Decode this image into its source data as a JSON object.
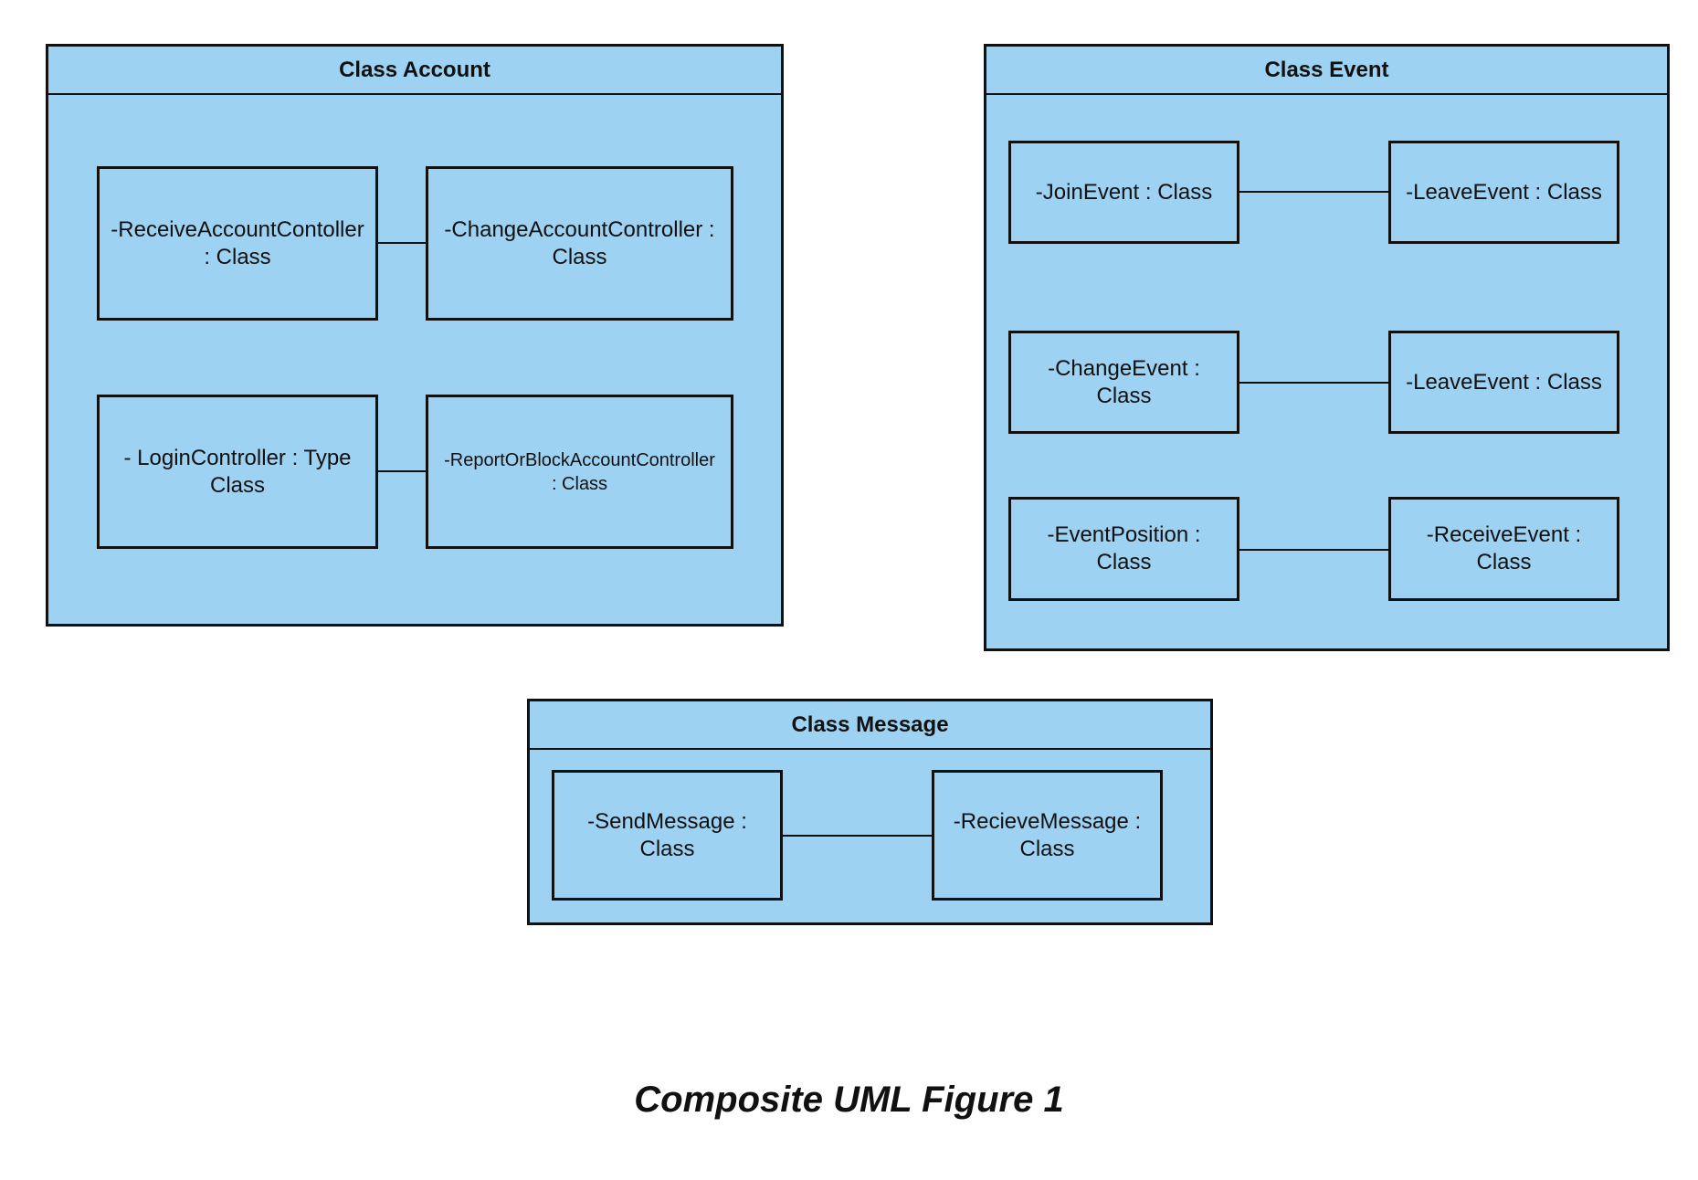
{
  "diagram": {
    "caption": "Composite UML Figure 1",
    "account": {
      "title": "Class Account",
      "receive": "-ReceiveAccountContoller\n: Class",
      "change": "-ChangeAccountController :\nClass",
      "login": "- LoginController : Type\nClass",
      "report": "-ReportOrBlockAccountController\n: Class"
    },
    "event": {
      "title": "Class Event",
      "join": "-JoinEvent : Class",
      "leave1": "-LeaveEvent : Class",
      "change": "-ChangeEvent :\nClass",
      "leave2": "-LeaveEvent : Class",
      "position": "-EventPosition :\nClass",
      "receive": "-ReceiveEvent :\nClass"
    },
    "message": {
      "title": "Class Message",
      "send": "-SendMessage :\nClass",
      "recieve": "-RecieveMessage :\nClass"
    },
    "colors": {
      "fill": "#9dd2f2",
      "stroke": "#111111"
    }
  }
}
